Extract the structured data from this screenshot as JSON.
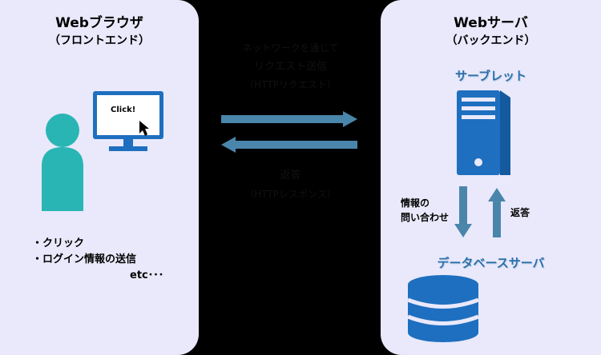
{
  "left": {
    "title": "Webブラウザ",
    "subtitle": "（フロントエンド）",
    "monitor_text": "Click!",
    "bullets": [
      "・クリック",
      "・ログイン情報の送信"
    ],
    "etc": "etc･･･"
  },
  "middle": {
    "request_lines": [
      "ネットワークを通じて",
      "リクエスト送信",
      "（HTTPリクエスト）"
    ],
    "response_lines": [
      "返答",
      "（HTTPレスポンス）"
    ]
  },
  "right": {
    "title": "Webサーバ",
    "subtitle": "（バックエンド）",
    "servlet_label": "サーブレット",
    "db_label": "データベースサーバ",
    "query_label_1": "情報の",
    "query_label_2": "問い合わせ",
    "reply_label": "返答"
  },
  "colors": {
    "panel": "#e9e9fb",
    "person": "#2ab5b5",
    "server_blue": "#1e6fbf",
    "arrow": "#4a86ab",
    "arrow_faint": "#5e93a8"
  }
}
